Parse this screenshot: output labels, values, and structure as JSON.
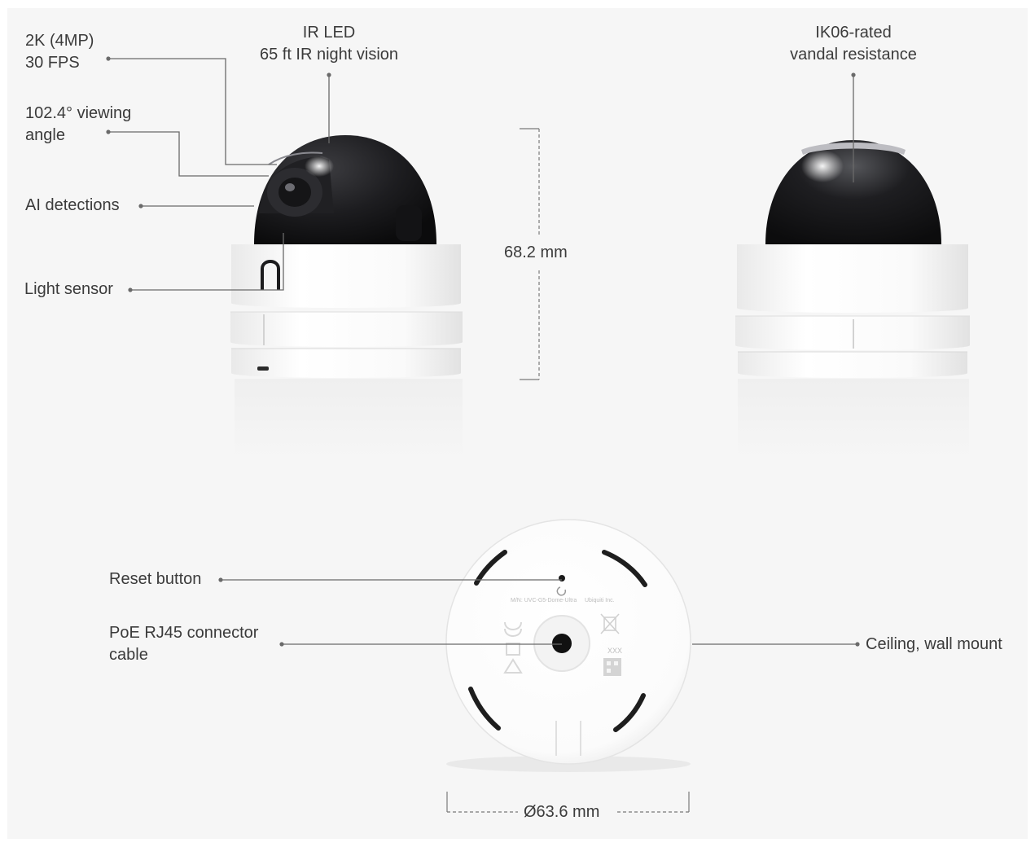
{
  "labels": {
    "resolution_line1": "2K (4MP)",
    "resolution_line2": "30 FPS",
    "viewing_angle_line1": "102.4° viewing",
    "viewing_angle_line2": "angle",
    "ai_detections": "AI detections",
    "light_sensor": "Light sensor",
    "ir_led_line1": "IR LED",
    "ir_led_line2": "65 ft IR night vision",
    "vandal_line1": "IK06-rated",
    "vandal_line2": "vandal resistance",
    "height_dimension": "68.2 mm",
    "reset_button": "Reset button",
    "poe_line1": "PoE RJ45 connector",
    "poe_line2": "cable",
    "mount": "Ceiling, wall mount",
    "diameter_dimension": "Ø63.6 mm"
  },
  "back_panel": {
    "model_text": "M/N: UVC-G5-Dome-Ultra",
    "maker_text": "Ubiquiti Inc.",
    "code_text": "XXX"
  },
  "colors": {
    "background": "#f6f6f6",
    "dome": "#1b1b1d",
    "housing": "#ffffff",
    "leader_line": "#6a6a6a"
  }
}
